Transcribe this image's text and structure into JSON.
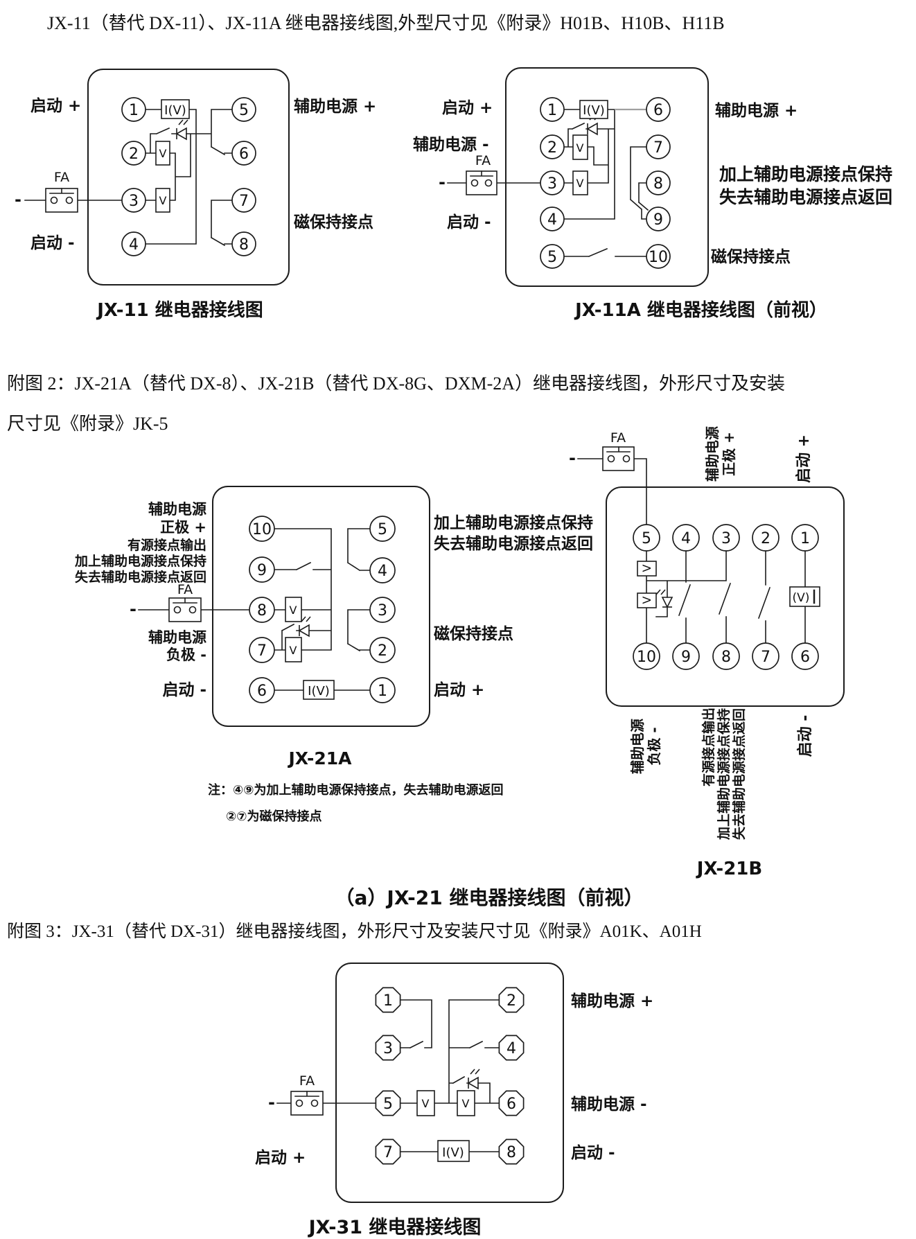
{
  "colors": {
    "line": "#1c1c1c",
    "gray_wire": "#a0a0a0",
    "background": "#ffffff",
    "text": "#111111"
  },
  "headings": {
    "title1": "JX-11（替代 DX-11）、JX-11A 继电器接线图,外型尺寸见《附录》H01B、H10B、H11B",
    "fig2_line1": "附图 2：JX-21A（替代 DX-8）、JX-21B（替代 DX-8G、DXM-2A）继电器接线图，外形尺寸及安装",
    "fig2_line2": "尺寸见《附录》JK-5",
    "fig2a_caption": "（a）JX-21 继电器接线图（前视）",
    "fig3": "附图 3：JX-31（替代 DX-31）继电器接线图，外形尺寸及安装尺寸见《附录》A01K、A01H"
  },
  "shared": {
    "fa": "FA",
    "minus": "-",
    "iv": "I(V)",
    "v": "V",
    "v_paren": "(V)"
  },
  "jx11": {
    "caption": "JX-11 继电器接线图",
    "terminals": [
      "1",
      "2",
      "3",
      "4",
      "5",
      "6",
      "7",
      "8"
    ],
    "labels": {
      "start_plus": "启动 +",
      "start_minus": "启动 -",
      "aux_plus": "辅助电源 +",
      "magnetic": "磁保持接点"
    }
  },
  "jx11a": {
    "caption": "JX-11A  继电器接线图（前视）",
    "terminals": [
      "1",
      "2",
      "3",
      "4",
      "5",
      "6",
      "7",
      "8",
      "9",
      "10"
    ],
    "labels": {
      "start_plus": "启动 +",
      "aux_minus": "辅助电源 -",
      "start_minus": "启动 -",
      "aux_plus": "辅助电源 +",
      "hold1": "加上辅助电源接点保持",
      "hold2": "失去辅助电源接点返回",
      "magnetic": "磁保持接点"
    }
  },
  "jx21a": {
    "caption": "JX-21A",
    "left_terminals": [
      "10",
      "9",
      "8",
      "7",
      "6"
    ],
    "right_terminals": [
      "5",
      "4",
      "3",
      "2",
      "1"
    ],
    "labels": {
      "aux1": "辅助电源",
      "aux_pos": "正极 +",
      "active_out": "有源接点输出",
      "hold1": "加上辅助电源接点保持",
      "hold2": "失去辅助电源接点返回",
      "aux2": "辅助电源",
      "aux_neg": "负极 -",
      "start_minus": "启动 -",
      "r_hold1": "加上辅助电源接点保持",
      "r_hold2": "失去辅助电源接点返回",
      "magnetic": "磁保持接点",
      "start_plus": "启动 +"
    },
    "note1": "注：④⑨为加上辅助电源保持接点，失去辅助电源返回",
    "note2": "②⑦为磁保持接点"
  },
  "jx21b": {
    "caption": "JX-21B",
    "top_terminals": [
      "5",
      "4",
      "3",
      "2",
      "1"
    ],
    "bottom_terminals": [
      "10",
      "9",
      "8",
      "7",
      "6"
    ],
    "labels": {
      "aux1": "辅助电源",
      "aux_pos": "正极 +",
      "start_plus": "启动 +",
      "aux2": "辅助电源",
      "aux_neg": "负极 -",
      "active_out": "有源接点输出",
      "hold1": "加上辅助电源接点保持",
      "hold2": "失去辅助电源接点返回",
      "start_minus": "启动 -"
    }
  },
  "jx31": {
    "caption": "JX-31 继电器接线图",
    "left_terminals": [
      "1",
      "3",
      "5",
      "7"
    ],
    "right_terminals": [
      "2",
      "4",
      "6",
      "8"
    ],
    "labels": {
      "start_plus": "启动 +",
      "aux_plus": "辅助电源 +",
      "aux_minus": "辅助电源 -",
      "start_minus": "启动 -"
    }
  }
}
